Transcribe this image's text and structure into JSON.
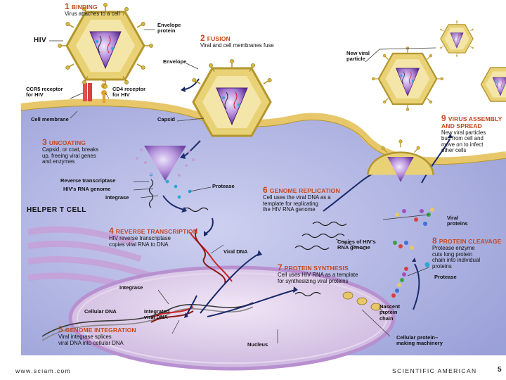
{
  "steps": [
    {
      "num": "1",
      "title": "BINDING",
      "text": "Virus attaches to a cell"
    },
    {
      "num": "2",
      "title": "FUSION",
      "text": "Viral and cell membranes fuse"
    },
    {
      "num": "3",
      "title": "UNCOATING",
      "text": "Capsid, or coat, breaks\nup, freeing viral genes\nand enzymes"
    },
    {
      "num": "4",
      "title": "REVERSE TRANSCRIPTION",
      "text": "HIV reverse transcriptase\ncopies viral RNA to DNA"
    },
    {
      "num": "5",
      "title": "GENOME INTEGRATION",
      "text": "Viral integrase splices\nviral DNA into cellular DNA"
    },
    {
      "num": "6",
      "title": "GENOME REPLICATION",
      "text": "Cell uses the viral DNA as a\ntemplate for replicating\nthe HIV RNA genome"
    },
    {
      "num": "7",
      "title": "PROTEIN SYNTHESIS",
      "text": "Cell uses HIV RNA as a template\nfor synthesizing viral proteins"
    },
    {
      "num": "8",
      "title": "PROTEIN CLEAVAGE",
      "text": "Protease enzyme\ncuts long protein\nchain into individual\nproteins"
    },
    {
      "num": "9",
      "title": "VIRUS ASSEMBLY AND SPREAD",
      "text": "New viral particles\nbud from cell and\nmove on to infect\nother cells"
    }
  ],
  "labels": {
    "hiv": "HIV",
    "envelope_protein": "Envelope\nprotein",
    "envelope": "Envelope",
    "ccr5": "CCR5 receptor\nfor HIV",
    "cd4": "CD4 receptor\nfor HIV",
    "cell_membrane": "Cell membrane",
    "capsid": "Capsid",
    "new_viral_particle": "New viral\nparticle",
    "reverse_transcriptase": "Reverse transcriptase",
    "rna_genome": "HIV's RNA genome",
    "integrase": "Integrase",
    "protease": "Protease",
    "helper_t_cell": "HELPER T CELL",
    "viral_dna": "Viral DNA",
    "copies_rna": "Copies of HIV's\nRNA genome",
    "viral_proteins": "Viral\nproteins",
    "protease2": "Protease",
    "integrase2": "Integrase",
    "cellular_dna": "Cellular DNA",
    "integrated_viral_dna": "Integrated\nviral DNA",
    "nascent_protein_chain": "Nascent\nprotein\nchain",
    "cellular_protein_machinery": "Cellular protein–\nmaking machinery",
    "nucleus": "Nucleus"
  },
  "footer": {
    "url": "www.sciam.com",
    "brand": "SCIENTIFIC AMERICAN",
    "page": "5"
  },
  "colors": {
    "heading": "#c8471e",
    "cytoplasm": "#b9bde6",
    "membrane": "#e7c76a",
    "capsid": "#8a56b8",
    "nucleus": "#d9c6e8"
  }
}
